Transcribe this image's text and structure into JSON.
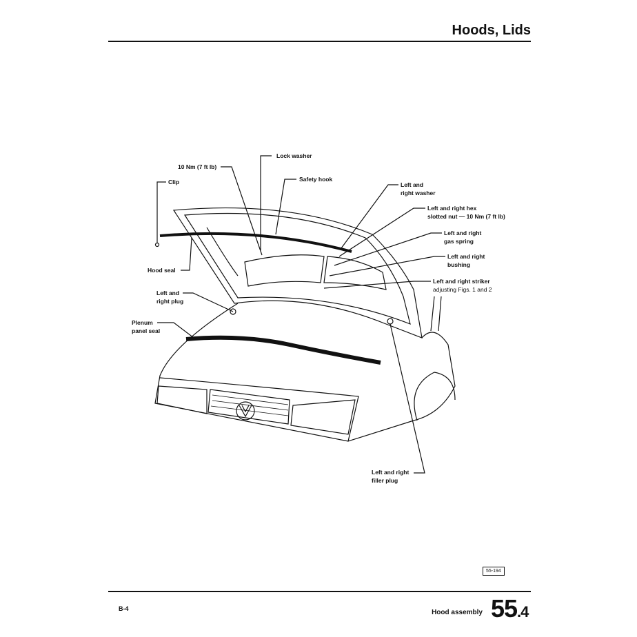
{
  "header": {
    "title": "Hoods, Lids"
  },
  "figure": {
    "labels": {
      "torque_bolt": "10 Nm (7 ft lb)",
      "lock_washer": "Lock washer",
      "clip": "Clip",
      "safety_hook": "Safety hook",
      "washer": [
        "Left and",
        "right washer"
      ],
      "hex_nut": [
        "Left and right hex",
        "slotted nut — 10 Nm (7 ft lb)"
      ],
      "gas_spring": [
        "Left and right",
        "gas spring"
      ],
      "bushing": [
        "Left and right",
        "bushing"
      ],
      "striker": [
        "Left and right striker",
        "adjusting Figs. 1 and 2"
      ],
      "hood_seal": "Hood seal",
      "plug": [
        "Left and",
        "right plug"
      ],
      "plenum_seal": [
        "Plenum",
        "panel seal"
      ],
      "filler_plug": [
        "Left and right",
        "filler plug"
      ]
    },
    "figure_number": "55-194"
  },
  "footer": {
    "page_code": "B-4",
    "section_title": "Hood assembly",
    "section_number": "55",
    "section_sub": ".4"
  }
}
